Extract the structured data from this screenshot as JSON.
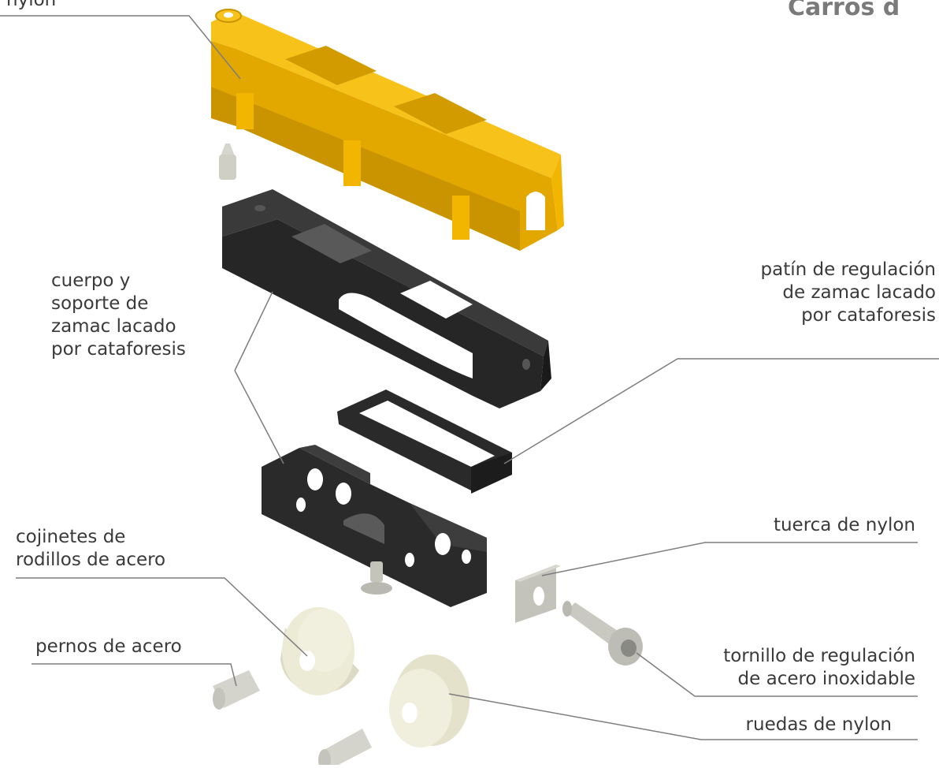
{
  "title": "Carros d",
  "labels": {
    "nylon_top": "nylon",
    "body_1": "cuerpo y",
    "body_2": "soporte de",
    "body_3": "zamac lacado",
    "body_4": "por cataforesis",
    "skid_1": "patín de regulación",
    "skid_2": "de zamac lacado",
    "skid_3": "por cataforesis",
    "nut": "tuerca de nylon",
    "bearings_1": "cojinetes de",
    "bearings_2": "rodillos de acero",
    "pins": "pernos de acero",
    "screw_1": "tornillo de regulación",
    "screw_2": "de acero inoxidable",
    "wheels": "ruedas de nylon"
  },
  "colors": {
    "yellow": "#f5b800",
    "yellow_dark": "#b98800",
    "black": "#222222",
    "black_light": "#3c3c3c",
    "cream": "#ecebd6",
    "grey": "#c8c8c0",
    "line": "#7d7d7d"
  }
}
